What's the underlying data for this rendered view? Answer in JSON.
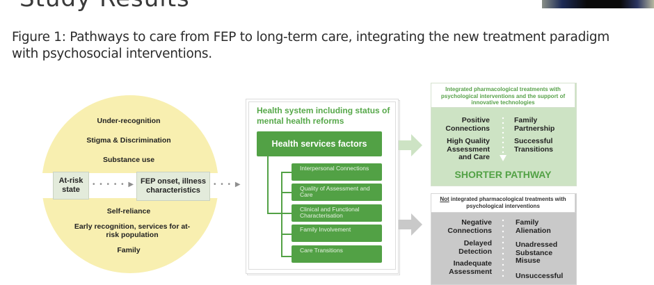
{
  "slide": {
    "title": "Study Results",
    "caption": "Figure 1:  Pathways to care from FEP to long-term care, integrating the new treatment paradigm with psychosocial interventions."
  },
  "webcam": {
    "label": "presenter-video"
  },
  "circle": {
    "upper_factors": [
      "Under-recognition",
      "Stigma & Discrimination",
      "Substance use"
    ],
    "lower_factors": [
      "Self-reliance",
      "Early recognition, services for at-risk population",
      "Family"
    ],
    "at_risk": "At-risk state",
    "fep_onset": "FEP onset, illness characteristics",
    "dots": "• • • • • ▶",
    "dots_short": "• • • ▶"
  },
  "health_system": {
    "title": "Health system including status of mental health reforms",
    "main_box": "Health services factors",
    "sub_boxes": [
      "Interpersonal Connections",
      "Quality of Assessment and Care",
      "Clinical and Functional Characterisation",
      "Family Involvement",
      "Care Transitions"
    ]
  },
  "integrated": {
    "header": "Integrated pharmacological treatments with psychological interventions and the support of innovative technologies",
    "left_items": [
      "Positive Connections",
      "High Quality Assessment and Care"
    ],
    "right_items": [
      "Family Partnership",
      "Successful Transitions"
    ],
    "outcome": "SHORTER PATHWAY",
    "color": "#52a145"
  },
  "not_integrated": {
    "header_emph": "Not",
    "header_rest": " integrated pharmacological treatments with psychological interventions",
    "left_items": [
      "Negative Connections",
      "Delayed Detection",
      "Inadequate Assessment"
    ],
    "right_items": [
      "Family Alienation",
      "Unadressed Substance Misuse",
      "Unsuccessful"
    ],
    "color": "#c9c9c9"
  },
  "colors": {
    "circle_fill": "#f8efb0",
    "green": "#52a145",
    "light_green": "#cde3c4",
    "box_grey_green": "#e3ebdb"
  }
}
